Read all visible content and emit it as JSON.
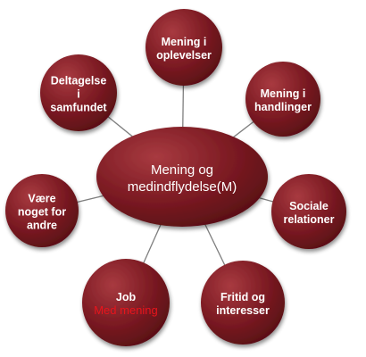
{
  "colors": {
    "node_fill": "#7b1a22",
    "node_fill_dark": "#5a1016",
    "node_highlight": "#a83a40",
    "connector": "#7f7f7f",
    "text": "#ffffff",
    "accent_text": "#e8141c"
  },
  "center": {
    "lines": [
      "Mening og",
      "medindflydelse(M)"
    ]
  },
  "nodes": [
    {
      "id": "oplevelser",
      "lines": [
        "Mening i",
        "oplevelser"
      ]
    },
    {
      "id": "handlinger",
      "lines": [
        "Mening i",
        "handlinger"
      ]
    },
    {
      "id": "sociale-relationer",
      "lines": [
        "Sociale",
        "relationer"
      ]
    },
    {
      "id": "fritid-interesser",
      "lines": [
        "Fritid og",
        "interesser"
      ]
    },
    {
      "id": "job",
      "lines": [
        "Job"
      ],
      "accent": "Med mening"
    },
    {
      "id": "vaere-noget-for-andre",
      "lines": [
        "Være",
        "noget for",
        "andre"
      ]
    },
    {
      "id": "deltagelse-samfundet",
      "lines": [
        "Deltagelse",
        "i",
        "samfundet"
      ]
    }
  ]
}
